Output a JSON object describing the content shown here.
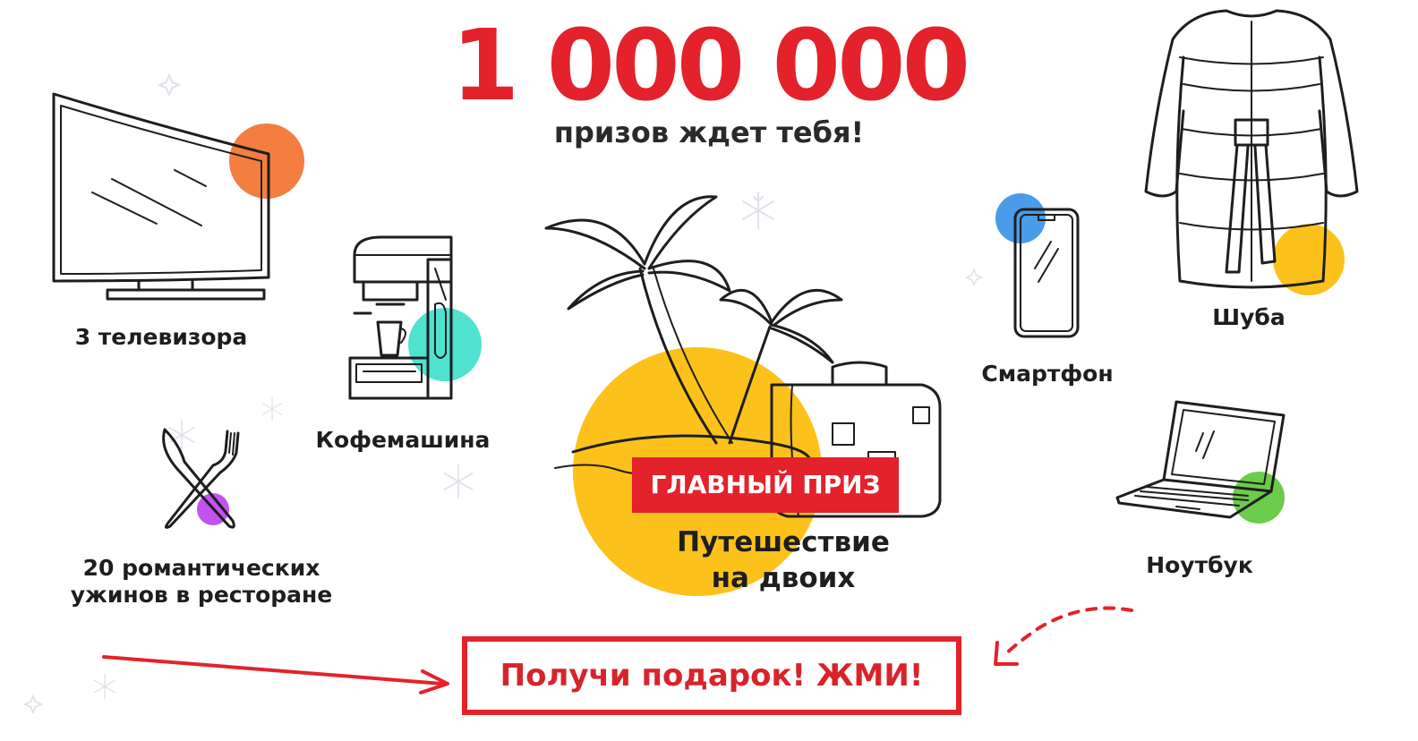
{
  "header": {
    "count": "1 000 000",
    "subtitle": "призов ждет тебя!"
  },
  "prizes": {
    "tv": {
      "label": "3 телевизора",
      "icon": "tv-icon",
      "accent": "#f47e3f"
    },
    "coffee": {
      "label": "Кофемашина",
      "icon": "coffee-machine-icon",
      "accent": "#4fe3cf"
    },
    "dinner": {
      "label_lines": [
        "20 романтических",
        "ужинов в ресторане"
      ],
      "icon": "fork-knife-icon",
      "accent": "#c452f0"
    },
    "phone": {
      "label": "Смартфон",
      "icon": "smartphone-icon",
      "accent": "#4a9be8"
    },
    "coat": {
      "label": "Шуба",
      "icon": "fur-coat-icon",
      "accent": "#fcc21b"
    },
    "laptop": {
      "label": "Ноутбук",
      "icon": "laptop-icon",
      "accent": "#6bcb4a"
    }
  },
  "main_prize": {
    "badge": "ГЛАВНЫЙ ПРИЗ",
    "title_lines": [
      "Путешествие",
      "на двоих"
    ],
    "icon": "palm-island-suitcase-icon",
    "accent": "#fcc21b"
  },
  "cta": {
    "label": "Получи подарок! ЖМИ!"
  },
  "colors": {
    "brand_red": "#e3222b",
    "text": "#1e1e1e"
  }
}
